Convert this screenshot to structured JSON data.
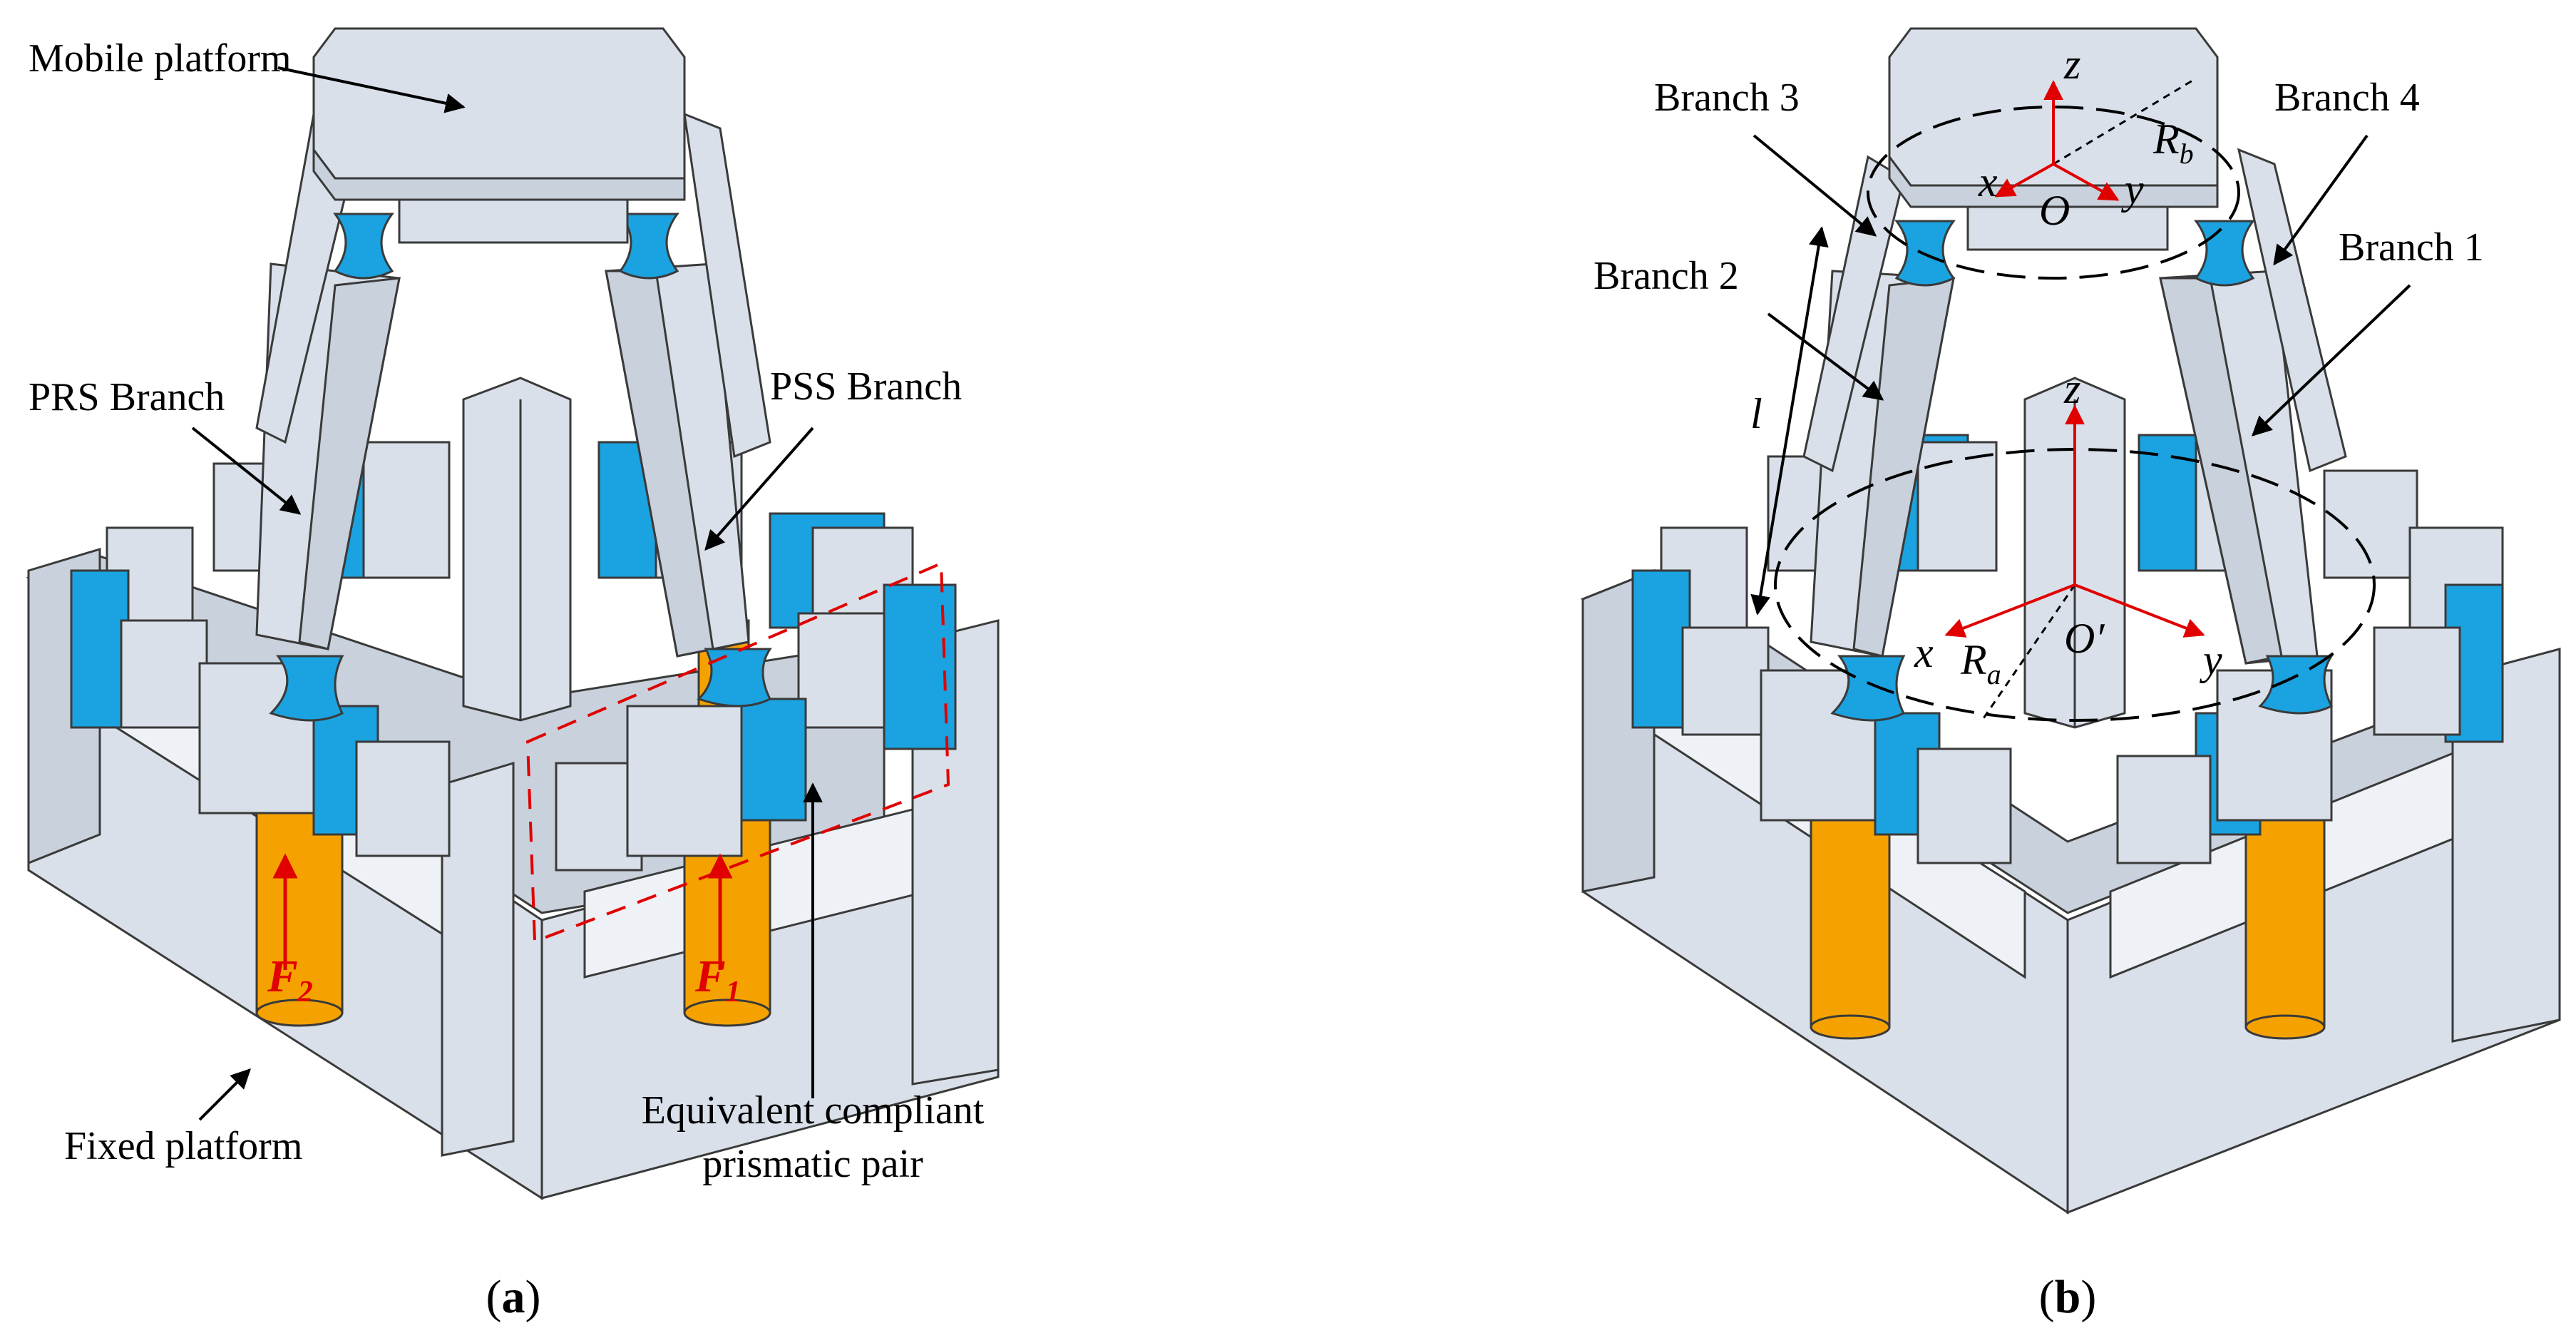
{
  "panel_a": {
    "caption": "a",
    "labels": {
      "mobile_platform": "Mobile platform",
      "prs_branch": "PRS Branch",
      "pss_branch": "PSS Branch",
      "fixed_platform": "Fixed platform",
      "equiv_line1": "Equivalent compliant",
      "equiv_line2": "prismatic pair"
    },
    "forces": {
      "f2_main": "F",
      "f2_sub": "2",
      "f1_main": "F",
      "f1_sub": "1"
    }
  },
  "panel_b": {
    "caption": "b",
    "labels": {
      "branch1": "Branch 1",
      "branch2": "Branch 2",
      "branch3": "Branch 3",
      "branch4": "Branch 4",
      "length": "l"
    },
    "top_frame": {
      "origin": "O",
      "x": "x",
      "y": "y",
      "z": "z",
      "radius_main": "R",
      "radius_sub": "b"
    },
    "base_frame": {
      "origin": "O′",
      "x": "x",
      "y": "y",
      "z": "z",
      "radius_main": "R",
      "radius_sub": "a"
    }
  },
  "colors": {
    "body": "#d9e0e9",
    "body_dark": "#b9c3cf",
    "hinge": "#1aa3e0",
    "actuator": "#f5a200",
    "arrow_red": "#e00000",
    "outline": "#3a3a3a"
  }
}
